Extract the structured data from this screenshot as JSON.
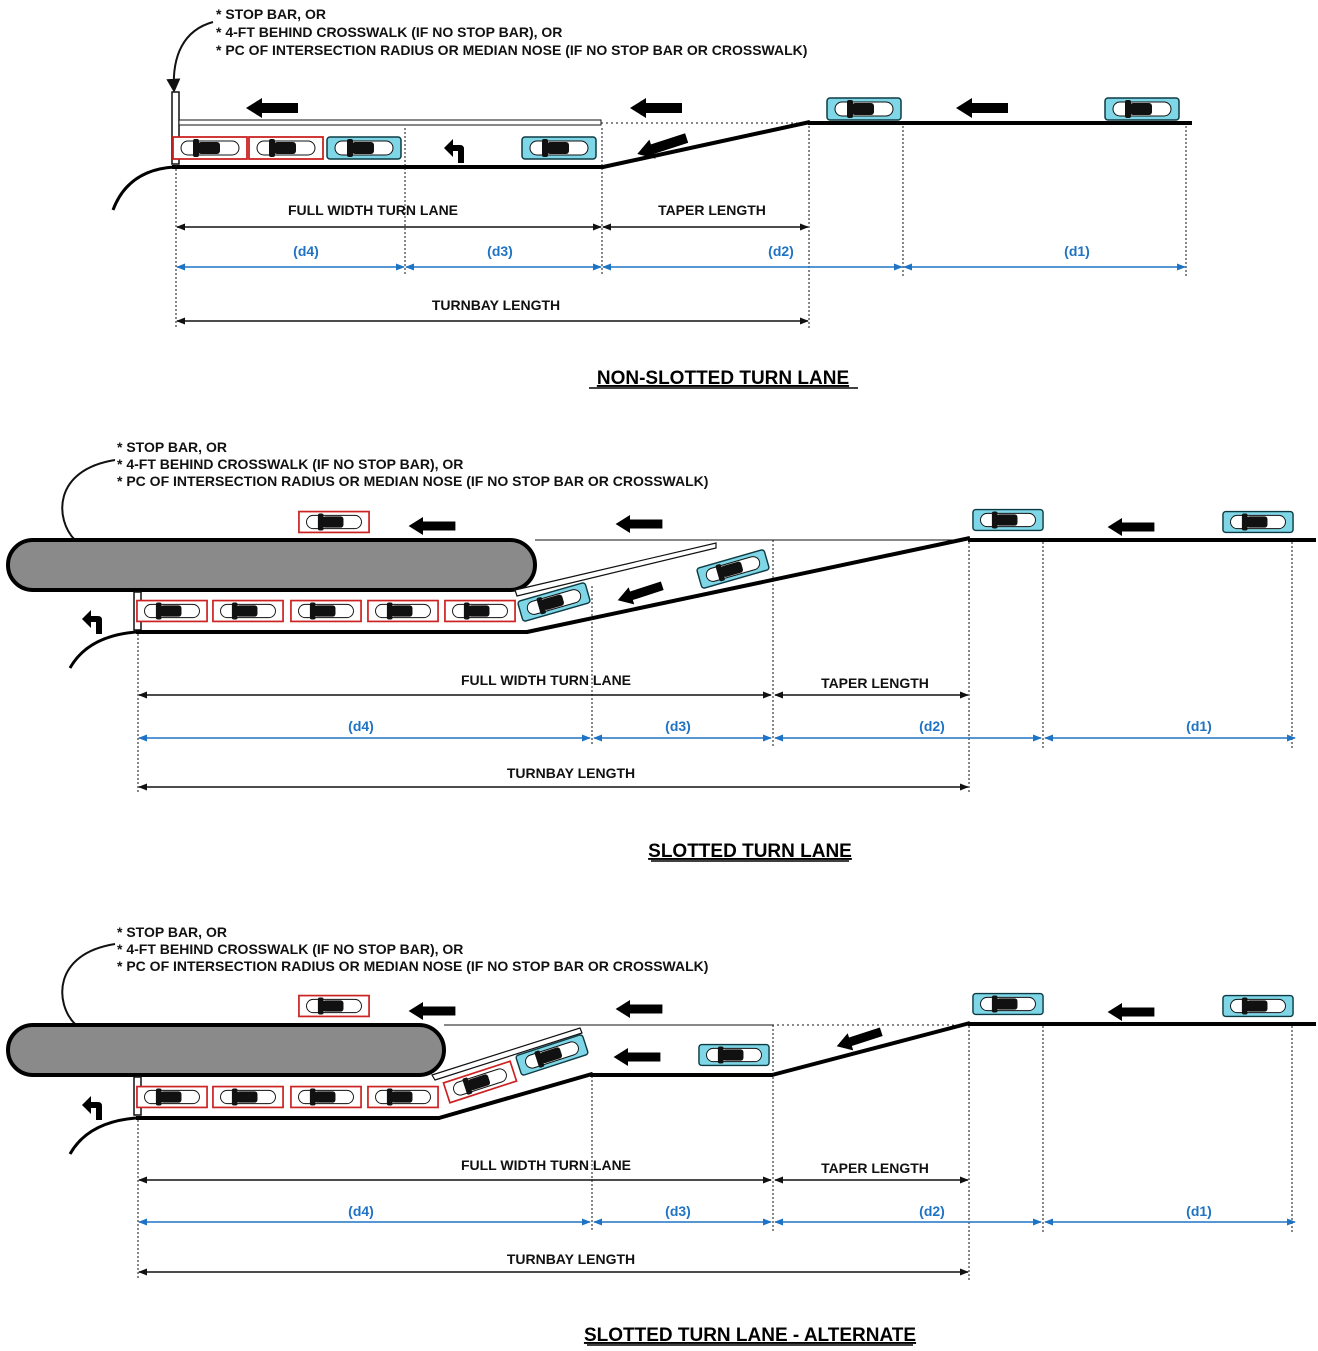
{
  "notes": [
    "* STOP BAR, OR",
    "* 4-FT BEHIND CROSSWALK (IF NO STOP BAR), OR",
    "* PC OF INTERSECTION RADIUS OR MEDIAN NOSE (IF NO STOP BAR OR CROSSWALK)"
  ],
  "labels": {
    "full_width": "FULL WIDTH TURN LANE",
    "taper": "TAPER LENGTH",
    "turnbay": "TURNBAY LENGTH",
    "d1": "(d1)",
    "d2": "(d2)",
    "d3": "(d3)",
    "d4": "(d4)"
  },
  "titles": {
    "non_slotted": "NON-SLOTTED TURN LANE",
    "slotted": "SLOTTED TURN LANE",
    "slotted_alt": "SLOTTED TURN LANE - ALTERNATE"
  },
  "colors": {
    "dimension_blue": "#1f73c4",
    "car_cyan": "#7fd6e6",
    "queue_red": "#cc2222",
    "median_gray": "#8a8a8a"
  },
  "icons": [
    "car-icon",
    "arrow-left-icon",
    "turn-left-arrow-icon",
    "leader-arrow-icon"
  ]
}
